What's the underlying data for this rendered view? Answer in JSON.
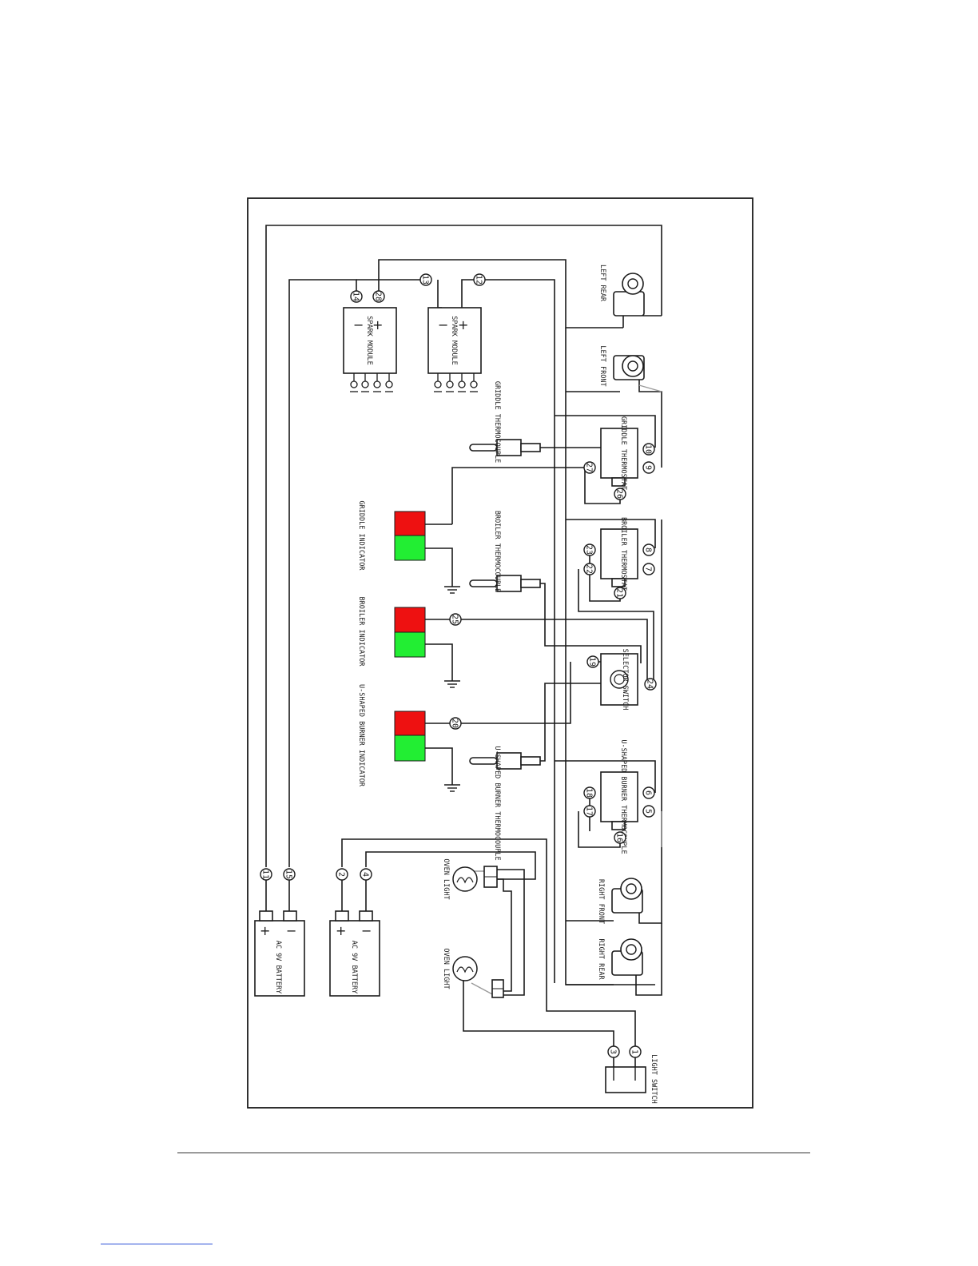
{
  "components": {
    "left_rear_igniter": "LEFT REAR",
    "left_front_igniter": "LEFT FRONT",
    "right_front_igniter": "RIGHT FRONT",
    "right_rear_igniter": "RIGHT REAR",
    "spark_module_1": "SPARK MODULE",
    "spark_module_2": "SPARK MODULE",
    "griddle_thermocouple": "GRIDDLE THERMOCOUPLE",
    "broiler_thermocouple": "BROILER THERMOCOUPLE",
    "ushaped_thermocouple": "U-SHAPED BURNER THERMOCOUPLE",
    "griddle_thermostat": "GRIDDLE THERMOSTAT",
    "broiler_thermostat": "BROILER THERMOSTAT",
    "ushaped_thermostat": "U-SHAPED BURNER THERMOCOUPLE",
    "selector_switch": "SELECTOR SWITCH",
    "griddle_indicator": "GRIDDLE INDICATOR",
    "broiler_indicator": "BROILER INDICATOR",
    "ushaped_indicator": "U-SHAPED BURNER INDICATOR",
    "oven_light_1": "OVEN LIGHT",
    "oven_light_2": "OVEN LIGHT",
    "battery_1": "AC 9V BATTERY",
    "battery_2": "AC 9V BATTERY",
    "light_switch": "LIGHT SWITCH"
  },
  "wire_numbers": {
    "n1": "1",
    "n2": "2",
    "n3": "3",
    "n4": "4",
    "n5": "5",
    "n6": "6",
    "n7": "7",
    "n8": "8",
    "n9": "9",
    "n10": "10",
    "n11": "11",
    "n12": "12",
    "n13": "13",
    "n14": "14",
    "n15": "15",
    "n16": "16",
    "n17": "17",
    "n18": "18",
    "n19": "19",
    "n20": "20",
    "n21": "21",
    "n22": "22",
    "n23": "23",
    "n24": "24",
    "n25": "25",
    "n26": "26",
    "n27": "27",
    "n28": "28"
  },
  "symbols": {
    "plus": "+",
    "minus": "−"
  },
  "colors": {
    "indicator_on": "#ee1111",
    "indicator_off": "#22ee33",
    "wire": "#1a1a1a"
  }
}
